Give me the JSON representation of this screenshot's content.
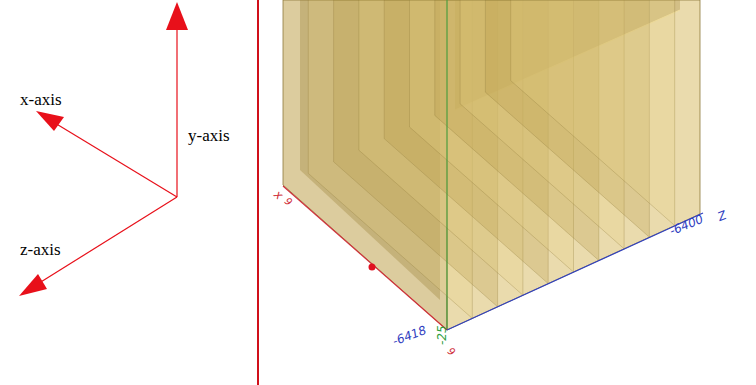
{
  "diagram": {
    "labels": [
      "x-axis",
      "y-axis",
      "z-axis",
      "x",
      "9",
      "-6400",
      "Z",
      "-6418",
      "-25",
      "9"
    ]
  }
}
